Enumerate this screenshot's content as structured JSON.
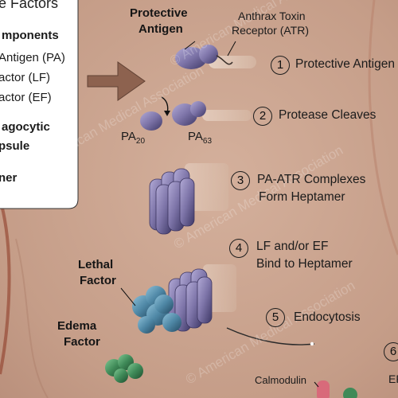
{
  "legend_box": {
    "heading": "e Factors",
    "components_title": "mponents",
    "items": [
      "Antigen (PA)",
      "actor (LF)",
      "actor (EF)"
    ],
    "phagocytic_line1": "agocytic",
    "phagocytic_line2": "psule",
    "trailing": "ner"
  },
  "labels": {
    "protective_antigen": [
      "Protective",
      "Antigen"
    ],
    "receptor": [
      "Anthrax Toxin",
      "Receptor (ATR)"
    ],
    "pa20": "PA20",
    "pa63": "PA63",
    "lethal_factor": [
      "Lethal",
      "Factor"
    ],
    "edema_factor": [
      "Edema",
      "Factor"
    ],
    "calmodulin": "Calmodulin",
    "ef_partial": "EF"
  },
  "steps": [
    {
      "num": "1",
      "text": "Protective Antigen"
    },
    {
      "num": "2",
      "text": "Protease Cleaves"
    },
    {
      "num": "3",
      "text": "PA-ATR Complexes",
      "text2": "Form Heptamer"
    },
    {
      "num": "4",
      "text": "LF and/or EF",
      "text2": "Bind to Heptamer"
    },
    {
      "num": "5",
      "text": "Endocytosis"
    },
    {
      "num": "6",
      "text": ""
    }
  ],
  "watermark": "© American Medical Association",
  "colors": {
    "background": "#c9a48f",
    "protective_antigen": "#7d74a8",
    "lethal_factor": "#4f88a6",
    "edema_factor": "#3f8a58",
    "calmodulin": "#d86a7a",
    "receptor": "#e9d6c6",
    "arrow": "#7a5a4a"
  }
}
